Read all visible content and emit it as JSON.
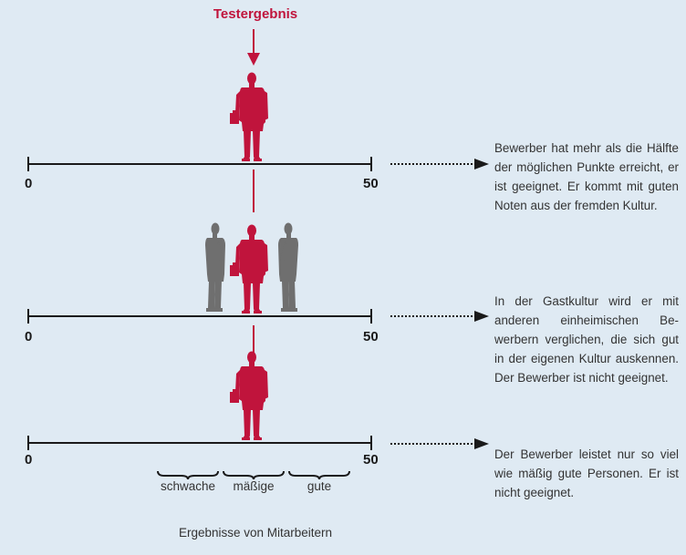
{
  "title": "Testergebnis",
  "colors": {
    "accent": "#c0143c",
    "gray_figure": "#6f6f6f",
    "line": "#1a1a1a"
  },
  "scales": [
    {
      "min_label": "0",
      "max_label": "50",
      "description": "Bewerber hat mehr als die Hälfte der möglichen Punkte erreicht, er ist geeignet. Er kommt mit guten Noten aus der fremden Kultur."
    },
    {
      "min_label": "0",
      "max_label": "50",
      "description": "In der Gastkultur wird er mit anderen einheimischen Be­werbern verglichen, die sich gut in der eigenen Kultur auskennen. Der Bewerber ist nicht geeignet."
    },
    {
      "min_label": "0",
      "max_label": "50",
      "description": "Der Bewerber leistet nur so viel wie mäßig gute Perso­nen. Er ist nicht geeignet."
    }
  ],
  "groups": [
    "schwache",
    "mäßige",
    "gute"
  ],
  "caption": "Ergebnisse von Mitarbeitern"
}
